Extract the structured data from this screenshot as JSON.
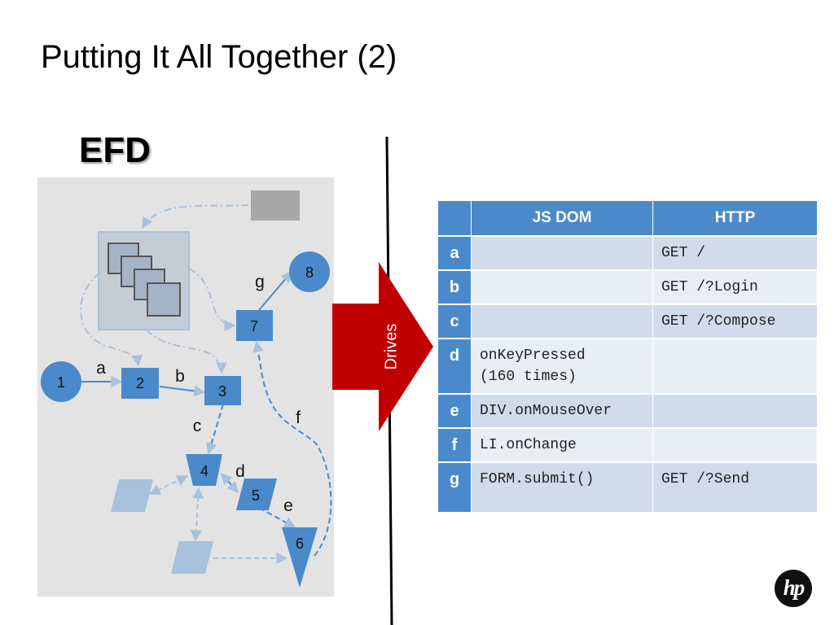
{
  "title": "Putting It All Together (2)",
  "efd_label": "EFD",
  "drives_label": "Drives",
  "nodes": {
    "n1": "1",
    "n2": "2",
    "n3": "3",
    "n4": "4",
    "n5": "5",
    "n6": "6",
    "n7": "7",
    "n8": "8"
  },
  "edges": {
    "a": "a",
    "b": "b",
    "c": "c",
    "d": "d",
    "e": "e",
    "f": "f",
    "g": "g"
  },
  "table": {
    "headers": [
      "",
      "JS DOM",
      "HTTP"
    ],
    "rows": [
      {
        "key": "a",
        "js": "",
        "http": "GET /"
      },
      {
        "key": "b",
        "js": "",
        "http": "GET /?Login"
      },
      {
        "key": "c",
        "js": "",
        "http": "GET /?Compose"
      },
      {
        "key": "d",
        "js": "onKeyPressed\n(160 times)",
        "http": ""
      },
      {
        "key": "e",
        "js": "DIV.onMouseOver",
        "http": ""
      },
      {
        "key": "f",
        "js": "LI.onChange",
        "http": ""
      },
      {
        "key": "g",
        "js": "FORM.submit()",
        "http": "GET /?Send"
      }
    ]
  },
  "logo_text": "hp",
  "colors": {
    "node": "#4a8acb",
    "node_faded": "#a6bfdb",
    "arrow_red": "#c00000",
    "panel_bg": "#e3e3e3",
    "header_blue": "#4a8acb"
  }
}
